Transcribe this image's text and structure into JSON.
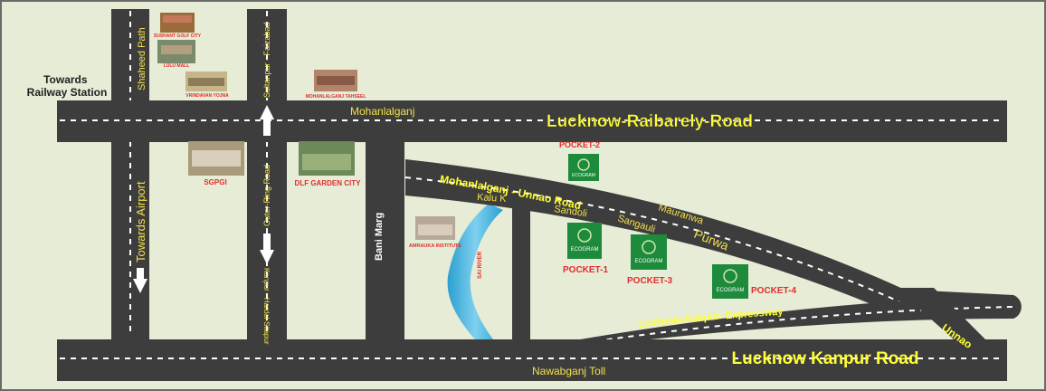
{
  "roads": {
    "raibarely": "Lucknow-Raibarely-Road",
    "kanpur": "Lucknow Kanpur Road",
    "unnao": "Mohanlalganj - Unnao Road",
    "expressway": "Lucknow-Kanpur- Expressway",
    "unnao_short": "Unnao",
    "shaheed_path": "Shaheed Path",
    "towards_airport": "Towards Airport",
    "sultanpur_faizabad": "Sultanpur - Faizabad",
    "outer_ring": "Outer-Ring Road",
    "kanpur_hardoi": "Kanpur - Hardoi-Sitapur",
    "bani_marg": "Bani Marg"
  },
  "labels": {
    "towards_railway": [
      "Towards",
      "Railway Station"
    ],
    "mohanlalganj": "Mohanlalganj",
    "nawabganj_toll": "Nawabganj Toll",
    "kalu_khera": "Kalu Khera",
    "sandoli": "Sandoli",
    "sangauli": "Sangauli",
    "mauranwa": "Mauranwa",
    "purwa": "Purwa",
    "sai_river": "SAI RIVER"
  },
  "landmarks": {
    "sushant": "SUSHANT GOLF CITY",
    "lulu": "LULU MALL",
    "vrindavan": "VRINDAVAN YOJNA",
    "tahseel": "MOHANLALGANJ TAHSEEL",
    "sgpgi": "SGPGI",
    "dlf": "DLF GARDEN CITY",
    "amrauka": "AMRAUKA INSTITUTE"
  },
  "pockets": {
    "p1": "POCKET-1",
    "p2": "POCKET-2",
    "p3": "POCKET-3",
    "p4": "POCKET-4",
    "logo": "ECOGRAM"
  },
  "colors": {
    "road": "#3d3d3d",
    "background": "#e6ecd6",
    "road_label": "#ffff33",
    "pocket_label": "#e32c2c",
    "logo_green": "#1d8a3c"
  }
}
